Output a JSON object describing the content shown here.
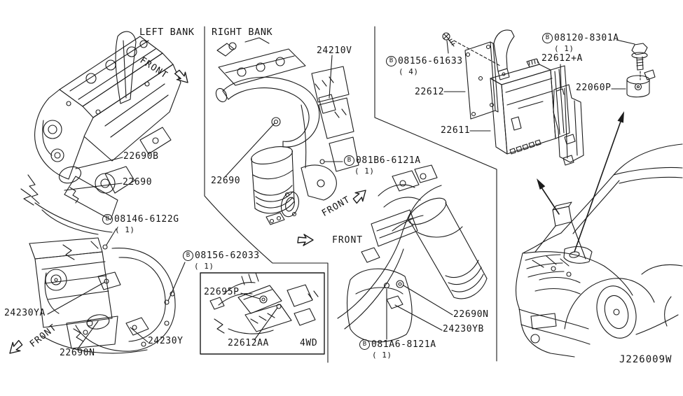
{
  "t": {
    "left_bank": "LEFT BANK",
    "right_bank": "RIGHT BANK",
    "front": "FRONT",
    "awd": "4WD",
    "code": "J226009W"
  },
  "parts": {
    "p24210v": "24210V",
    "p22612": "22612",
    "p22611": "22611",
    "p22612a": "22612+A",
    "p22060p": "22060P",
    "p22690b": "22690B",
    "p22690_left": "22690",
    "p22690_right": "22690",
    "p22695p": "22695P",
    "p22612aa": "22612AA",
    "p24230ya": "24230YA",
    "p22690n_left": "22690N",
    "p24230y": "24230Y",
    "p22690n_mid": "22690N",
    "p24230yb": "24230YB"
  },
  "hw": {
    "h61633": {
      "prefix": "B",
      "number": "08156-61633",
      "qty": "( 4)"
    },
    "h8301a": {
      "prefix": "B",
      "number": "08120-8301A",
      "qty": "( 1)"
    },
    "h6122g": {
      "prefix": "B",
      "number": "08146-6122G",
      "qty": "( 1)"
    },
    "h6121a": {
      "prefix": "B",
      "number": "081B6-6121A",
      "qty": "( 1)"
    },
    "h62033": {
      "prefix": "B",
      "number": "08156-62033",
      "qty": "( 1)"
    },
    "h8121a": {
      "prefix": "B",
      "number": "081A6-8121A",
      "qty": "( 1)"
    }
  }
}
